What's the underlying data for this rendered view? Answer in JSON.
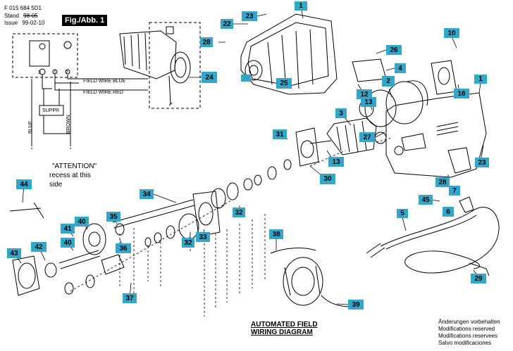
{
  "header": {
    "doc_number": "F 015 684 5D1",
    "stand_label": "Stand",
    "stand_old": "98-05",
    "issue_label": "Issue",
    "issue_date": "99-02-10",
    "figure": "Fig./Abb. 1"
  },
  "wiring_schematic": {
    "terminals": [
      "3",
      "1",
      "2"
    ],
    "field_wire_blue": "FIELD WIRE BLUE",
    "field_wire_red": "FIELD WIRE RED",
    "suppressor": "SUPPR",
    "wire_blue": "BLUE",
    "wire_brown": "BROWN"
  },
  "attention": {
    "title": "\"ATTENTION\"",
    "line1": "recess at this",
    "line2": "side"
  },
  "wiring_diagram": {
    "line1": "AUTOMATED FIELD",
    "line2": "WIRING DIAGRAM"
  },
  "notes": [
    "Änderungen vorbehalten",
    "Modifications reserved",
    "Modifications reservees",
    "Salvo modificaciones"
  ],
  "callouts": [
    {
      "id": "c1a",
      "label": "1"
    },
    {
      "id": "c1b",
      "label": "1"
    },
    {
      "id": "c2",
      "label": "2"
    },
    {
      "id": "c3",
      "label": "3"
    },
    {
      "id": "c4",
      "label": "4"
    },
    {
      "id": "c5",
      "label": "5"
    },
    {
      "id": "c6",
      "label": "6"
    },
    {
      "id": "c7",
      "label": "7"
    },
    {
      "id": "c10",
      "label": "10"
    },
    {
      "id": "c12",
      "label": "12"
    },
    {
      "id": "c13a",
      "label": "13"
    },
    {
      "id": "c13b",
      "label": "13"
    },
    {
      "id": "c16",
      "label": "16"
    },
    {
      "id": "c22",
      "label": "22"
    },
    {
      "id": "c23a",
      "label": "23"
    },
    {
      "id": "c23b",
      "label": "23"
    },
    {
      "id": "c24",
      "label": "24"
    },
    {
      "id": "c25",
      "label": "25"
    },
    {
      "id": "c26",
      "label": "26"
    },
    {
      "id": "c27",
      "label": "27"
    },
    {
      "id": "c28a",
      "label": "28"
    },
    {
      "id": "c28b",
      "label": "28"
    },
    {
      "id": "c29",
      "label": "29"
    },
    {
      "id": "c30",
      "label": "30"
    },
    {
      "id": "c31",
      "label": "31"
    },
    {
      "id": "c32a",
      "label": "32"
    },
    {
      "id": "c32b",
      "label": "32"
    },
    {
      "id": "c33",
      "label": "33"
    },
    {
      "id": "c34",
      "label": "34"
    },
    {
      "id": "c35",
      "label": "35"
    },
    {
      "id": "c36",
      "label": "36"
    },
    {
      "id": "c37",
      "label": "37"
    },
    {
      "id": "c38",
      "label": "38"
    },
    {
      "id": "c39",
      "label": "39"
    },
    {
      "id": "c40a",
      "label": "40"
    },
    {
      "id": "c40b",
      "label": "40"
    },
    {
      "id": "c41",
      "label": "41"
    },
    {
      "id": "c42",
      "label": "42"
    },
    {
      "id": "c43",
      "label": "43"
    },
    {
      "id": "c44",
      "label": "44"
    },
    {
      "id": "c45",
      "label": "45"
    }
  ],
  "colors": {
    "callout": "#33a7c9",
    "ink": "#000000",
    "paper": "#ffffff"
  }
}
